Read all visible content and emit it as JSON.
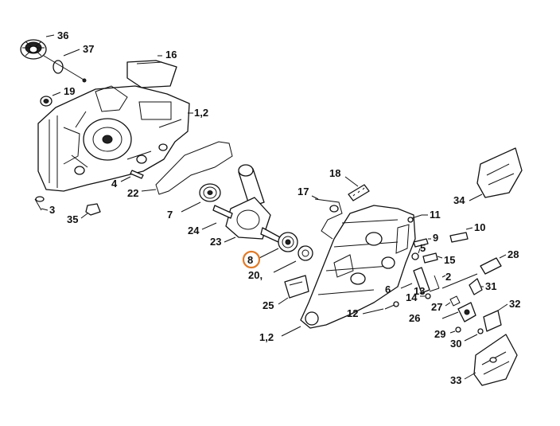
{
  "diagram": {
    "labels": {
      "p36": "36",
      "p37": "37",
      "p16": "16",
      "p19": "19",
      "p1_2_top": "1,2",
      "p4": "4",
      "p22": "22",
      "p3": "3",
      "p35": "35",
      "p7": "7",
      "p24": "24",
      "p23": "23",
      "p8": "8",
      "p20": "20,",
      "p18": "18",
      "p17": "17",
      "p11": "11",
      "p34": "34",
      "p10": "10",
      "p9": "9",
      "p5": "5",
      "p15": "15",
      "p6": "6",
      "p2": "2",
      "p13": "13",
      "p14": "14",
      "p27": "27",
      "p28": "28",
      "p31": "31",
      "p32": "32",
      "p26": "26",
      "p29": "29",
      "p30": "30",
      "p12": "12",
      "p25": "25",
      "p1_2_bottom": "1,2",
      "p33": "33"
    },
    "highlight": {
      "part": "8",
      "color": "#e07b2a"
    }
  }
}
